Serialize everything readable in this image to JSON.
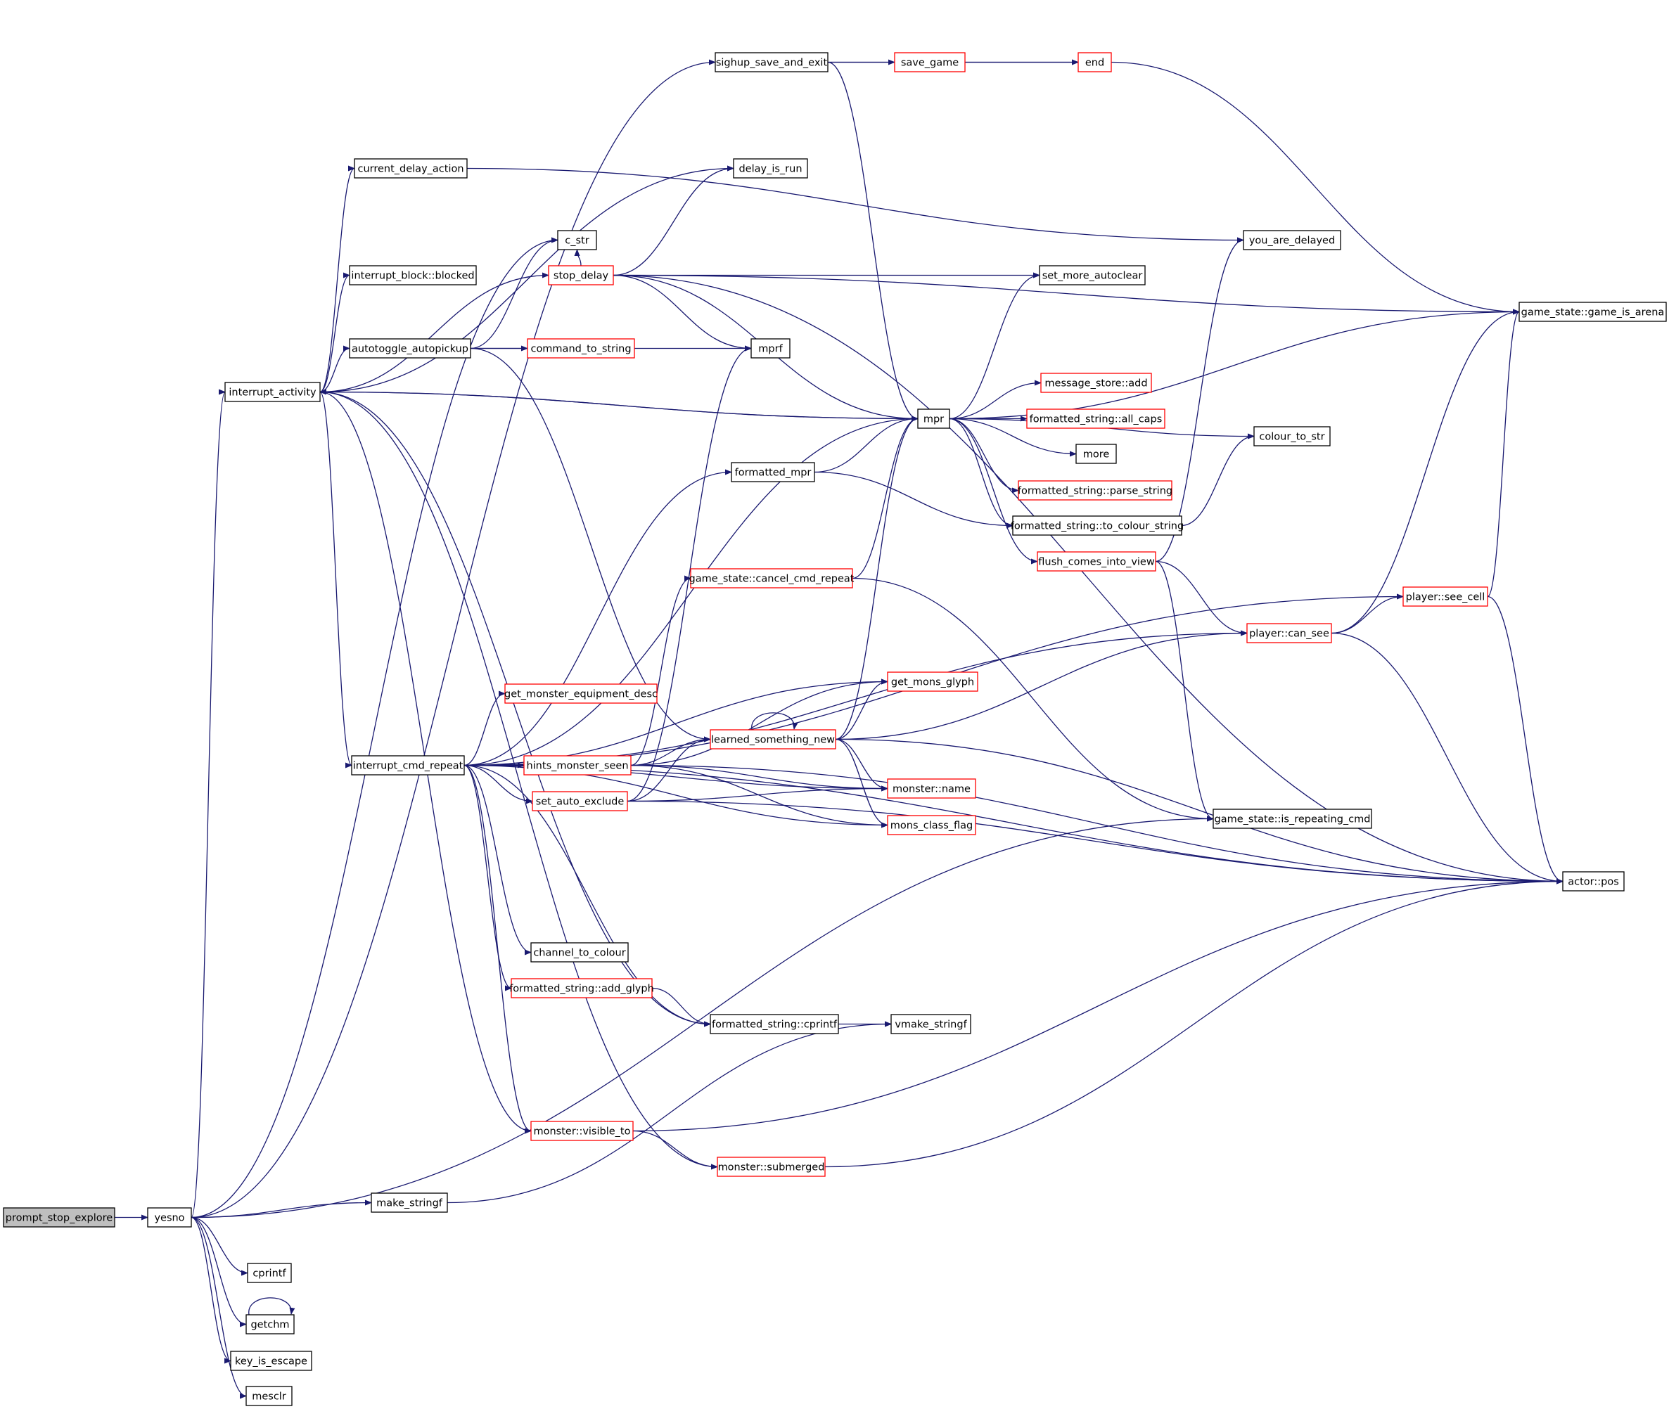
{
  "colors": {
    "edge": "#191970",
    "node_fill": "#ffffff",
    "node_border_default": "#000000",
    "node_border_truncated": "#ff0000",
    "root_fill": "#bfbfbf",
    "text": "#000000"
  },
  "nodes": {
    "prompt_stop_explore": {
      "label": "prompt_stop_explore",
      "style": "root"
    },
    "yesno": {
      "label": "yesno",
      "style": "default"
    },
    "sighup_save_and_exit": {
      "label": "sighup_save_and_exit",
      "style": "default"
    },
    "save_game": {
      "label": "save_game",
      "style": "truncated"
    },
    "end": {
      "label": "end",
      "style": "truncated"
    },
    "current_delay_action": {
      "label": "current_delay_action",
      "style": "default"
    },
    "delay_is_run": {
      "label": "delay_is_run",
      "style": "default"
    },
    "you_are_delayed": {
      "label": "you_are_delayed",
      "style": "default"
    },
    "c_str": {
      "label": "c_str",
      "style": "default"
    },
    "interrupt_block_blocked": {
      "label": "interrupt_block::blocked",
      "style": "default"
    },
    "stop_delay": {
      "label": "stop_delay",
      "style": "truncated"
    },
    "set_more_autoclear": {
      "label": "set_more_autoclear",
      "style": "default"
    },
    "game_is_arena": {
      "label": "game_state::game_is_arena",
      "style": "default"
    },
    "autotoggle_autopickup": {
      "label": "autotoggle_autopickup",
      "style": "default"
    },
    "command_to_string": {
      "label": "command_to_string",
      "style": "truncated"
    },
    "mprf": {
      "label": "mprf",
      "style": "default"
    },
    "interrupt_activity": {
      "label": "interrupt_activity",
      "style": "default"
    },
    "mpr": {
      "label": "mpr",
      "style": "default"
    },
    "message_store_add": {
      "label": "message_store::add",
      "style": "truncated"
    },
    "all_caps": {
      "label": "formatted_string::all_caps",
      "style": "truncated"
    },
    "colour_to_str": {
      "label": "colour_to_str",
      "style": "default"
    },
    "more": {
      "label": "more",
      "style": "default"
    },
    "formatted_mpr": {
      "label": "formatted_mpr",
      "style": "default"
    },
    "parse_string": {
      "label": "formatted_string::parse_string",
      "style": "truncated"
    },
    "to_colour_string": {
      "label": "formatted_string::to_colour_string",
      "style": "default"
    },
    "flush_comes_into_view": {
      "label": "flush_comes_into_view",
      "style": "truncated"
    },
    "cancel_cmd_repeat": {
      "label": "game_state::cancel_cmd_repeat",
      "style": "truncated"
    },
    "see_cell": {
      "label": "player::see_cell",
      "style": "truncated"
    },
    "can_see": {
      "label": "player::can_see",
      "style": "truncated"
    },
    "get_monster_equipment_desc": {
      "label": "get_monster_equipment_desc",
      "style": "truncated"
    },
    "get_mons_glyph": {
      "label": "get_mons_glyph",
      "style": "truncated"
    },
    "learned_something_new": {
      "label": "learned_something_new",
      "style": "truncated"
    },
    "interrupt_cmd_repeat": {
      "label": "interrupt_cmd_repeat",
      "style": "default"
    },
    "hints_monster_seen": {
      "label": "hints_monster_seen",
      "style": "truncated"
    },
    "monster_name": {
      "label": "monster::name",
      "style": "truncated"
    },
    "set_auto_exclude": {
      "label": "set_auto_exclude",
      "style": "truncated"
    },
    "is_repeating_cmd": {
      "label": "game_state::is_repeating_cmd",
      "style": "default"
    },
    "mons_class_flag": {
      "label": "mons_class_flag",
      "style": "truncated"
    },
    "actor_pos": {
      "label": "actor::pos",
      "style": "default"
    },
    "channel_to_colour": {
      "label": "channel_to_colour",
      "style": "default"
    },
    "add_glyph": {
      "label": "formatted_string::add_glyph",
      "style": "truncated"
    },
    "cprintf_fs": {
      "label": "formatted_string::cprintf",
      "style": "default"
    },
    "vmake_stringf": {
      "label": "vmake_stringf",
      "style": "default"
    },
    "visible_to": {
      "label": "monster::visible_to",
      "style": "truncated"
    },
    "submerged": {
      "label": "monster::submerged",
      "style": "truncated"
    },
    "make_stringf": {
      "label": "make_stringf",
      "style": "default"
    },
    "cprintf": {
      "label": "cprintf",
      "style": "default"
    },
    "getchm": {
      "label": "getchm",
      "style": "default"
    },
    "key_is_escape": {
      "label": "key_is_escape",
      "style": "default"
    },
    "mesclr": {
      "label": "mesclr",
      "style": "default"
    }
  },
  "edges": [
    [
      "prompt_stop_explore",
      "yesno"
    ],
    [
      "yesno",
      "sighup_save_and_exit"
    ],
    [
      "yesno",
      "c_str"
    ],
    [
      "yesno",
      "interrupt_activity"
    ],
    [
      "yesno",
      "make_stringf"
    ],
    [
      "yesno",
      "is_repeating_cmd"
    ],
    [
      "yesno",
      "cprintf"
    ],
    [
      "yesno",
      "getchm"
    ],
    [
      "yesno",
      "key_is_escape"
    ],
    [
      "yesno",
      "mesclr"
    ],
    [
      "sighup_save_and_exit",
      "save_game"
    ],
    [
      "sighup_save_and_exit",
      "end"
    ],
    [
      "sighup_save_and_exit",
      "mpr"
    ],
    [
      "save_game",
      "end"
    ],
    [
      "end",
      "game_is_arena"
    ],
    [
      "current_delay_action",
      "you_are_delayed"
    ],
    [
      "stop_delay",
      "delay_is_run"
    ],
    [
      "stop_delay",
      "c_str"
    ],
    [
      "stop_delay",
      "set_more_autoclear"
    ],
    [
      "stop_delay",
      "game_is_arena"
    ],
    [
      "stop_delay",
      "mprf"
    ],
    [
      "stop_delay",
      "mpr"
    ],
    [
      "stop_delay",
      "actor_pos"
    ],
    [
      "autotoggle_autopickup",
      "command_to_string"
    ],
    [
      "autotoggle_autopickup",
      "mprf"
    ],
    [
      "autotoggle_autopickup",
      "c_str"
    ],
    [
      "autotoggle_autopickup",
      "learned_something_new"
    ],
    [
      "interrupt_activity",
      "current_delay_action"
    ],
    [
      "interrupt_activity",
      "delay_is_run"
    ],
    [
      "interrupt_activity",
      "interrupt_block_blocked"
    ],
    [
      "interrupt_activity",
      "stop_delay"
    ],
    [
      "interrupt_activity",
      "autotoggle_autopickup"
    ],
    [
      "interrupt_activity",
      "mpr"
    ],
    [
      "interrupt_activity",
      "interrupt_cmd_repeat"
    ],
    [
      "interrupt_activity",
      "visible_to"
    ],
    [
      "interrupt_activity",
      "submerged"
    ],
    [
      "interrupt_activity",
      "cprintf_fs"
    ],
    [
      "mpr",
      "interrupt_activity"
    ],
    [
      "mpr",
      "set_more_autoclear"
    ],
    [
      "mpr",
      "game_is_arena"
    ],
    [
      "mpr",
      "message_store_add"
    ],
    [
      "mpr",
      "all_caps"
    ],
    [
      "mpr",
      "colour_to_str"
    ],
    [
      "mpr",
      "more"
    ],
    [
      "mpr",
      "parse_string"
    ],
    [
      "mpr",
      "to_colour_string"
    ],
    [
      "mpr",
      "flush_comes_into_view"
    ],
    [
      "formatted_mpr",
      "mpr"
    ],
    [
      "formatted_mpr",
      "to_colour_string"
    ],
    [
      "to_colour_string",
      "colour_to_str"
    ],
    [
      "flush_comes_into_view",
      "you_are_delayed"
    ],
    [
      "flush_comes_into_view",
      "can_see"
    ],
    [
      "flush_comes_into_view",
      "is_repeating_cmd"
    ],
    [
      "cancel_cmd_repeat",
      "mpr"
    ],
    [
      "cancel_cmd_repeat",
      "is_repeating_cmd"
    ],
    [
      "see_cell",
      "game_is_arena"
    ],
    [
      "see_cell",
      "actor_pos"
    ],
    [
      "can_see",
      "see_cell"
    ],
    [
      "can_see",
      "game_is_arena"
    ],
    [
      "can_see",
      "actor_pos"
    ],
    [
      "learned_something_new",
      "learned_something_new"
    ],
    [
      "learned_something_new",
      "get_mons_glyph"
    ],
    [
      "learned_something_new",
      "can_see"
    ],
    [
      "learned_something_new",
      "actor_pos"
    ],
    [
      "learned_something_new",
      "monster_name"
    ],
    [
      "learned_something_new",
      "mons_class_flag"
    ],
    [
      "learned_something_new",
      "mpr"
    ],
    [
      "interrupt_cmd_repeat",
      "mpr"
    ],
    [
      "interrupt_cmd_repeat",
      "formatted_mpr"
    ],
    [
      "interrupt_cmd_repeat",
      "see_cell"
    ],
    [
      "interrupt_cmd_repeat",
      "can_see"
    ],
    [
      "interrupt_cmd_repeat",
      "get_mons_glyph"
    ],
    [
      "interrupt_cmd_repeat",
      "get_monster_equipment_desc"
    ],
    [
      "interrupt_cmd_repeat",
      "hints_monster_seen"
    ],
    [
      "interrupt_cmd_repeat",
      "set_auto_exclude"
    ],
    [
      "interrupt_cmd_repeat",
      "monster_name"
    ],
    [
      "interrupt_cmd_repeat",
      "mons_class_flag"
    ],
    [
      "interrupt_cmd_repeat",
      "channel_to_colour"
    ],
    [
      "interrupt_cmd_repeat",
      "add_glyph"
    ],
    [
      "interrupt_cmd_repeat",
      "cprintf_fs"
    ],
    [
      "interrupt_cmd_repeat",
      "visible_to"
    ],
    [
      "interrupt_cmd_repeat",
      "actor_pos"
    ],
    [
      "hints_monster_seen",
      "learned_something_new"
    ],
    [
      "hints_monster_seen",
      "cancel_cmd_repeat"
    ],
    [
      "hints_monster_seen",
      "get_mons_glyph"
    ],
    [
      "hints_monster_seen",
      "monster_name"
    ],
    [
      "hints_monster_seen",
      "mons_class_flag"
    ],
    [
      "hints_monster_seen",
      "actor_pos"
    ],
    [
      "set_auto_exclude",
      "mprf"
    ],
    [
      "set_auto_exclude",
      "learned_something_new"
    ],
    [
      "set_auto_exclude",
      "monster_name"
    ],
    [
      "set_auto_exclude",
      "actor_pos"
    ],
    [
      "add_glyph",
      "cprintf_fs"
    ],
    [
      "cprintf_fs",
      "vmake_stringf"
    ],
    [
      "visible_to",
      "submerged"
    ],
    [
      "visible_to",
      "actor_pos"
    ],
    [
      "submerged",
      "actor_pos"
    ],
    [
      "make_stringf",
      "vmake_stringf"
    ],
    [
      "getchm",
      "getchm"
    ]
  ]
}
